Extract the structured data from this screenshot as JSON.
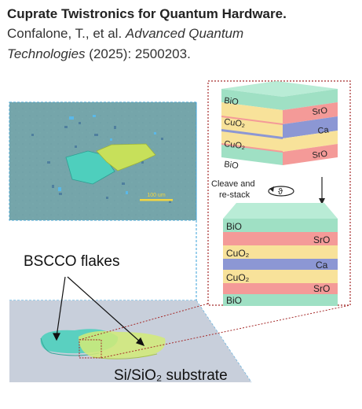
{
  "citation": {
    "title": "Cuprate Twistronics for Quantum Hardware.",
    "authors": "Confalone, T., et al.",
    "journal": "Advanced Quantum Technologies",
    "line2_rest": "(2025): 2500203."
  },
  "figure": {
    "scale_bar_label": "100 um",
    "flakes_label": "BSCCO flakes",
    "substrate_label": "Si/SiO₂ substrate",
    "stack_top_layers": [
      {
        "left": "BiO",
        "right": "SrO"
      },
      {
        "left": "CuO₂",
        "right": "Ca"
      },
      {
        "left": "CuO₂",
        "right": "SrO"
      },
      {
        "left": "BiO",
        "right": ""
      }
    ],
    "cleave_label_1": "Cleave and",
    "cleave_label_2": "re-stack",
    "twist_symbol": "ϑ",
    "stack_bottom_layers": [
      {
        "label": "BiO",
        "side": "left"
      },
      {
        "label": "SrO",
        "side": "right"
      },
      {
        "label": "CuO₂",
        "side": "left"
      },
      {
        "label": "Ca",
        "side": "right"
      },
      {
        "label": "CuO₂",
        "side": "left"
      },
      {
        "label": "SrO",
        "side": "right"
      },
      {
        "label": "BiO",
        "side": "left"
      }
    ],
    "colors": {
      "bio": "#9fe0c4",
      "sro": "#f49a98",
      "cuo2": "#f8e29a",
      "ca": "#8c97d4",
      "micro_bg": "#75a6aa",
      "flake_cyan": "#4fcfbd",
      "flake_yellow": "#cfe46a",
      "substrate": "#c9d0dc",
      "callout_red": "#a52a2a",
      "callout_blue": "#3aa0d8"
    }
  }
}
